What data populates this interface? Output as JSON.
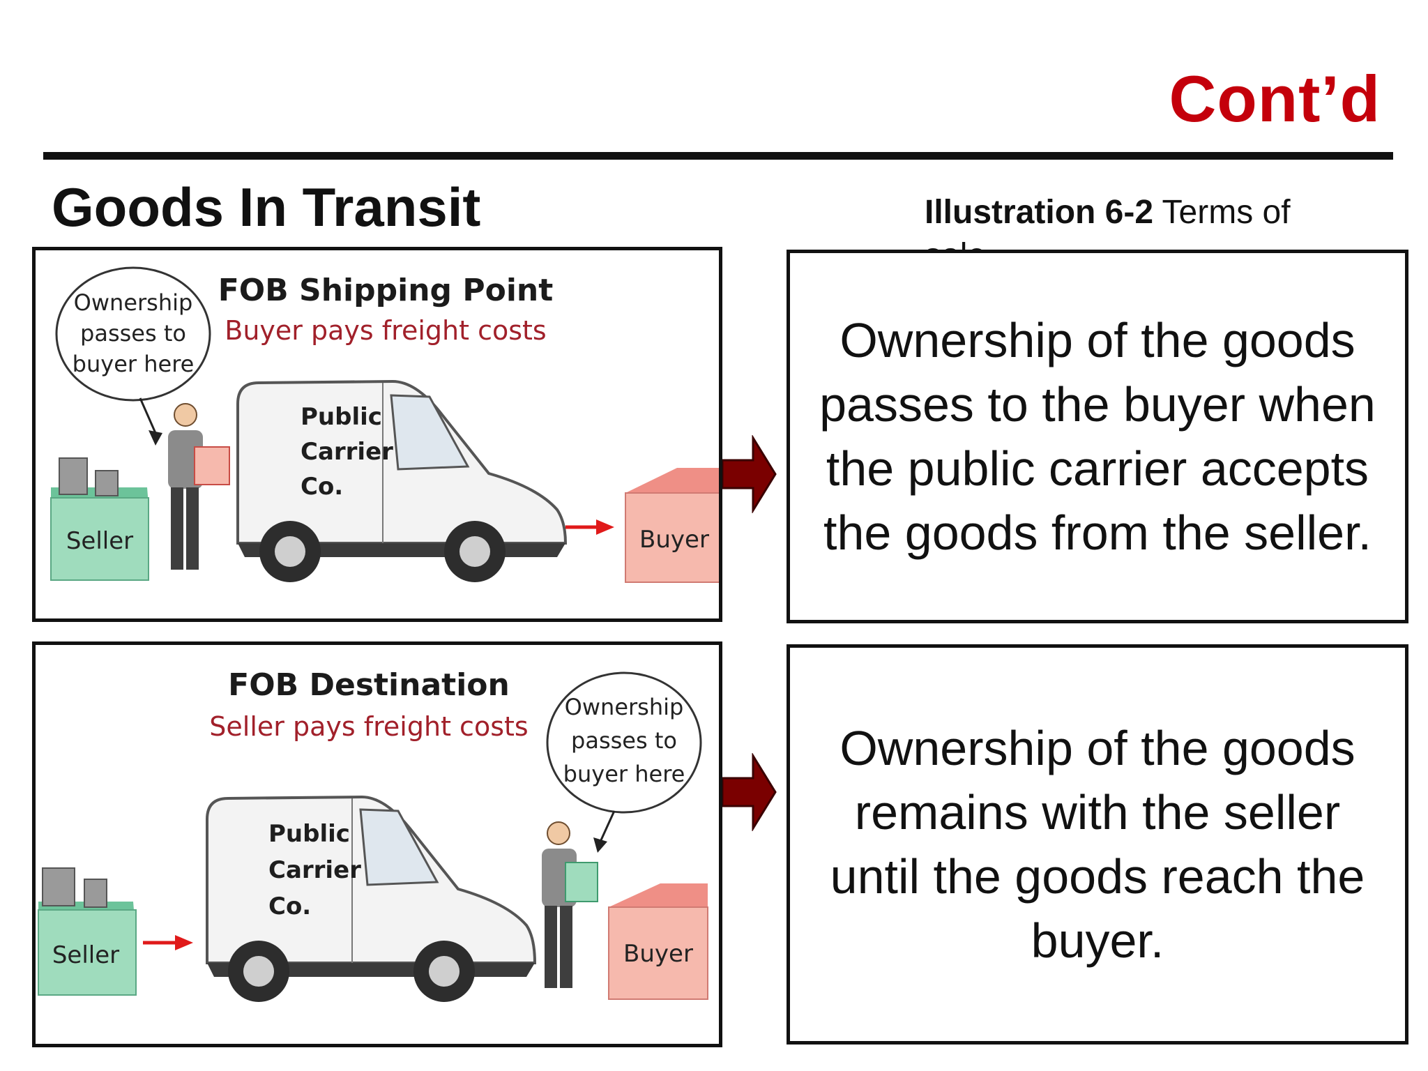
{
  "header": {
    "contd": "Cont’d",
    "section_title": "Goods In Transit"
  },
  "illustration": {
    "label_bold": "Illustration 6-2",
    "label_rest": " Terms of sale"
  },
  "panels": [
    {
      "heading": "FOB Shipping Point",
      "subheading": "Buyer pays freight costs",
      "bubble": [
        "Ownership",
        "passes to",
        "buyer here"
      ],
      "van": [
        "Public",
        "Carrier",
        "Co."
      ],
      "seller_label": "Seller",
      "buyer_label": "Buyer",
      "description": "Ownership of the goods passes to the buyer when the public carrier accepts the goods from the seller."
    },
    {
      "heading": "FOB Destination",
      "subheading": "Seller pays freight costs",
      "bubble": [
        "Ownership",
        "passes to",
        "buyer here"
      ],
      "van": [
        "Public",
        "Carrier",
        "Co."
      ],
      "seller_label": "Seller",
      "buyer_label": "Buyer",
      "description": "Ownership of the goods remains with the seller until the goods reach the buyer."
    }
  ],
  "colors": {
    "accent_red": "#c4000b",
    "arrow_dark_red": "#7a0000",
    "seller_green": "#8fd3b0",
    "buyer_pink": "#f6b9ad"
  }
}
